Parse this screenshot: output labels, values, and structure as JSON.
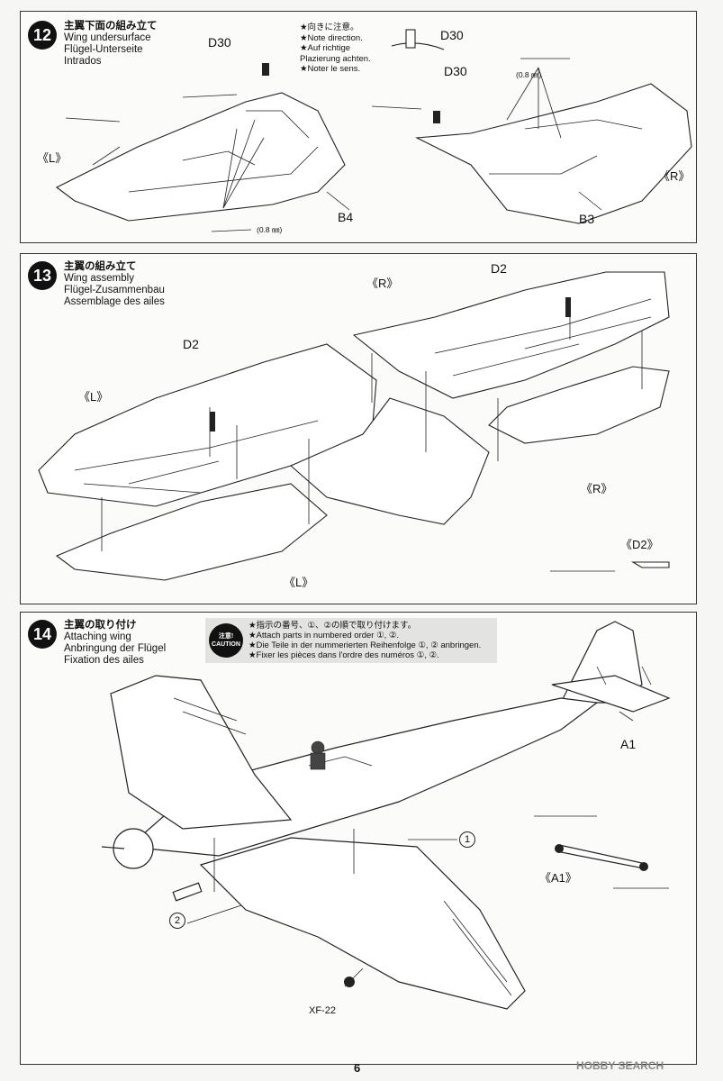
{
  "steps": [
    {
      "number": "12",
      "title_jp": "主翼下面の組み立て",
      "title_en": "Wing undersurface",
      "title_de": "Flügel-Unterseite",
      "title_fr": "Intrados",
      "notes": [
        "★向きに注意。",
        "★Note direction.",
        "★Auf richtige",
        "Plazierung achten.",
        "★Noter le sens."
      ],
      "labels": {
        "d30_left": "D30",
        "d30_top": "D30",
        "d30_right": "D30",
        "left": "《L》",
        "right": "《R》",
        "b4": "B4",
        "b3": "B3",
        "drill_left": "(0.8 ㎜)",
        "drill_right": "(0.8 ㎜)"
      }
    },
    {
      "number": "13",
      "title_jp": "主翼の組み立て",
      "title_en": "Wing assembly",
      "title_de": "Flügel-Zusammenbau",
      "title_fr": "Assemblage des ailes",
      "labels": {
        "d2_left": "D2",
        "d2_right": "D2",
        "r_top": "《R》",
        "l_left": "《L》",
        "r_right": "《R》",
        "l_bottom": "《L》",
        "d2_detail": "《D2》"
      }
    },
    {
      "number": "14",
      "title_jp": "主翼の取り付け",
      "title_en": "Attaching wing",
      "title_de": "Anbringung der Flügel",
      "title_fr": "Fixation des ailes",
      "caution_jp": "注意!",
      "caution_en": "CAUTION",
      "caution_lines": [
        "★指示の番号、①、②の順で取り付けます。",
        "★Attach parts in numbered order ①, ②.",
        "★Die Teile in der nummerierten Reihenfolge ①, ② anbringen.",
        "★Fixer les pièces dans l'ordre des numéros ①, ②."
      ],
      "labels": {
        "a1": "A1",
        "a1_detail": "《A1》",
        "order1": "1",
        "order2": "2",
        "xf22": "XF-22"
      }
    }
  ],
  "page_number": "6",
  "footer_right": "HOBBY SEARCH"
}
